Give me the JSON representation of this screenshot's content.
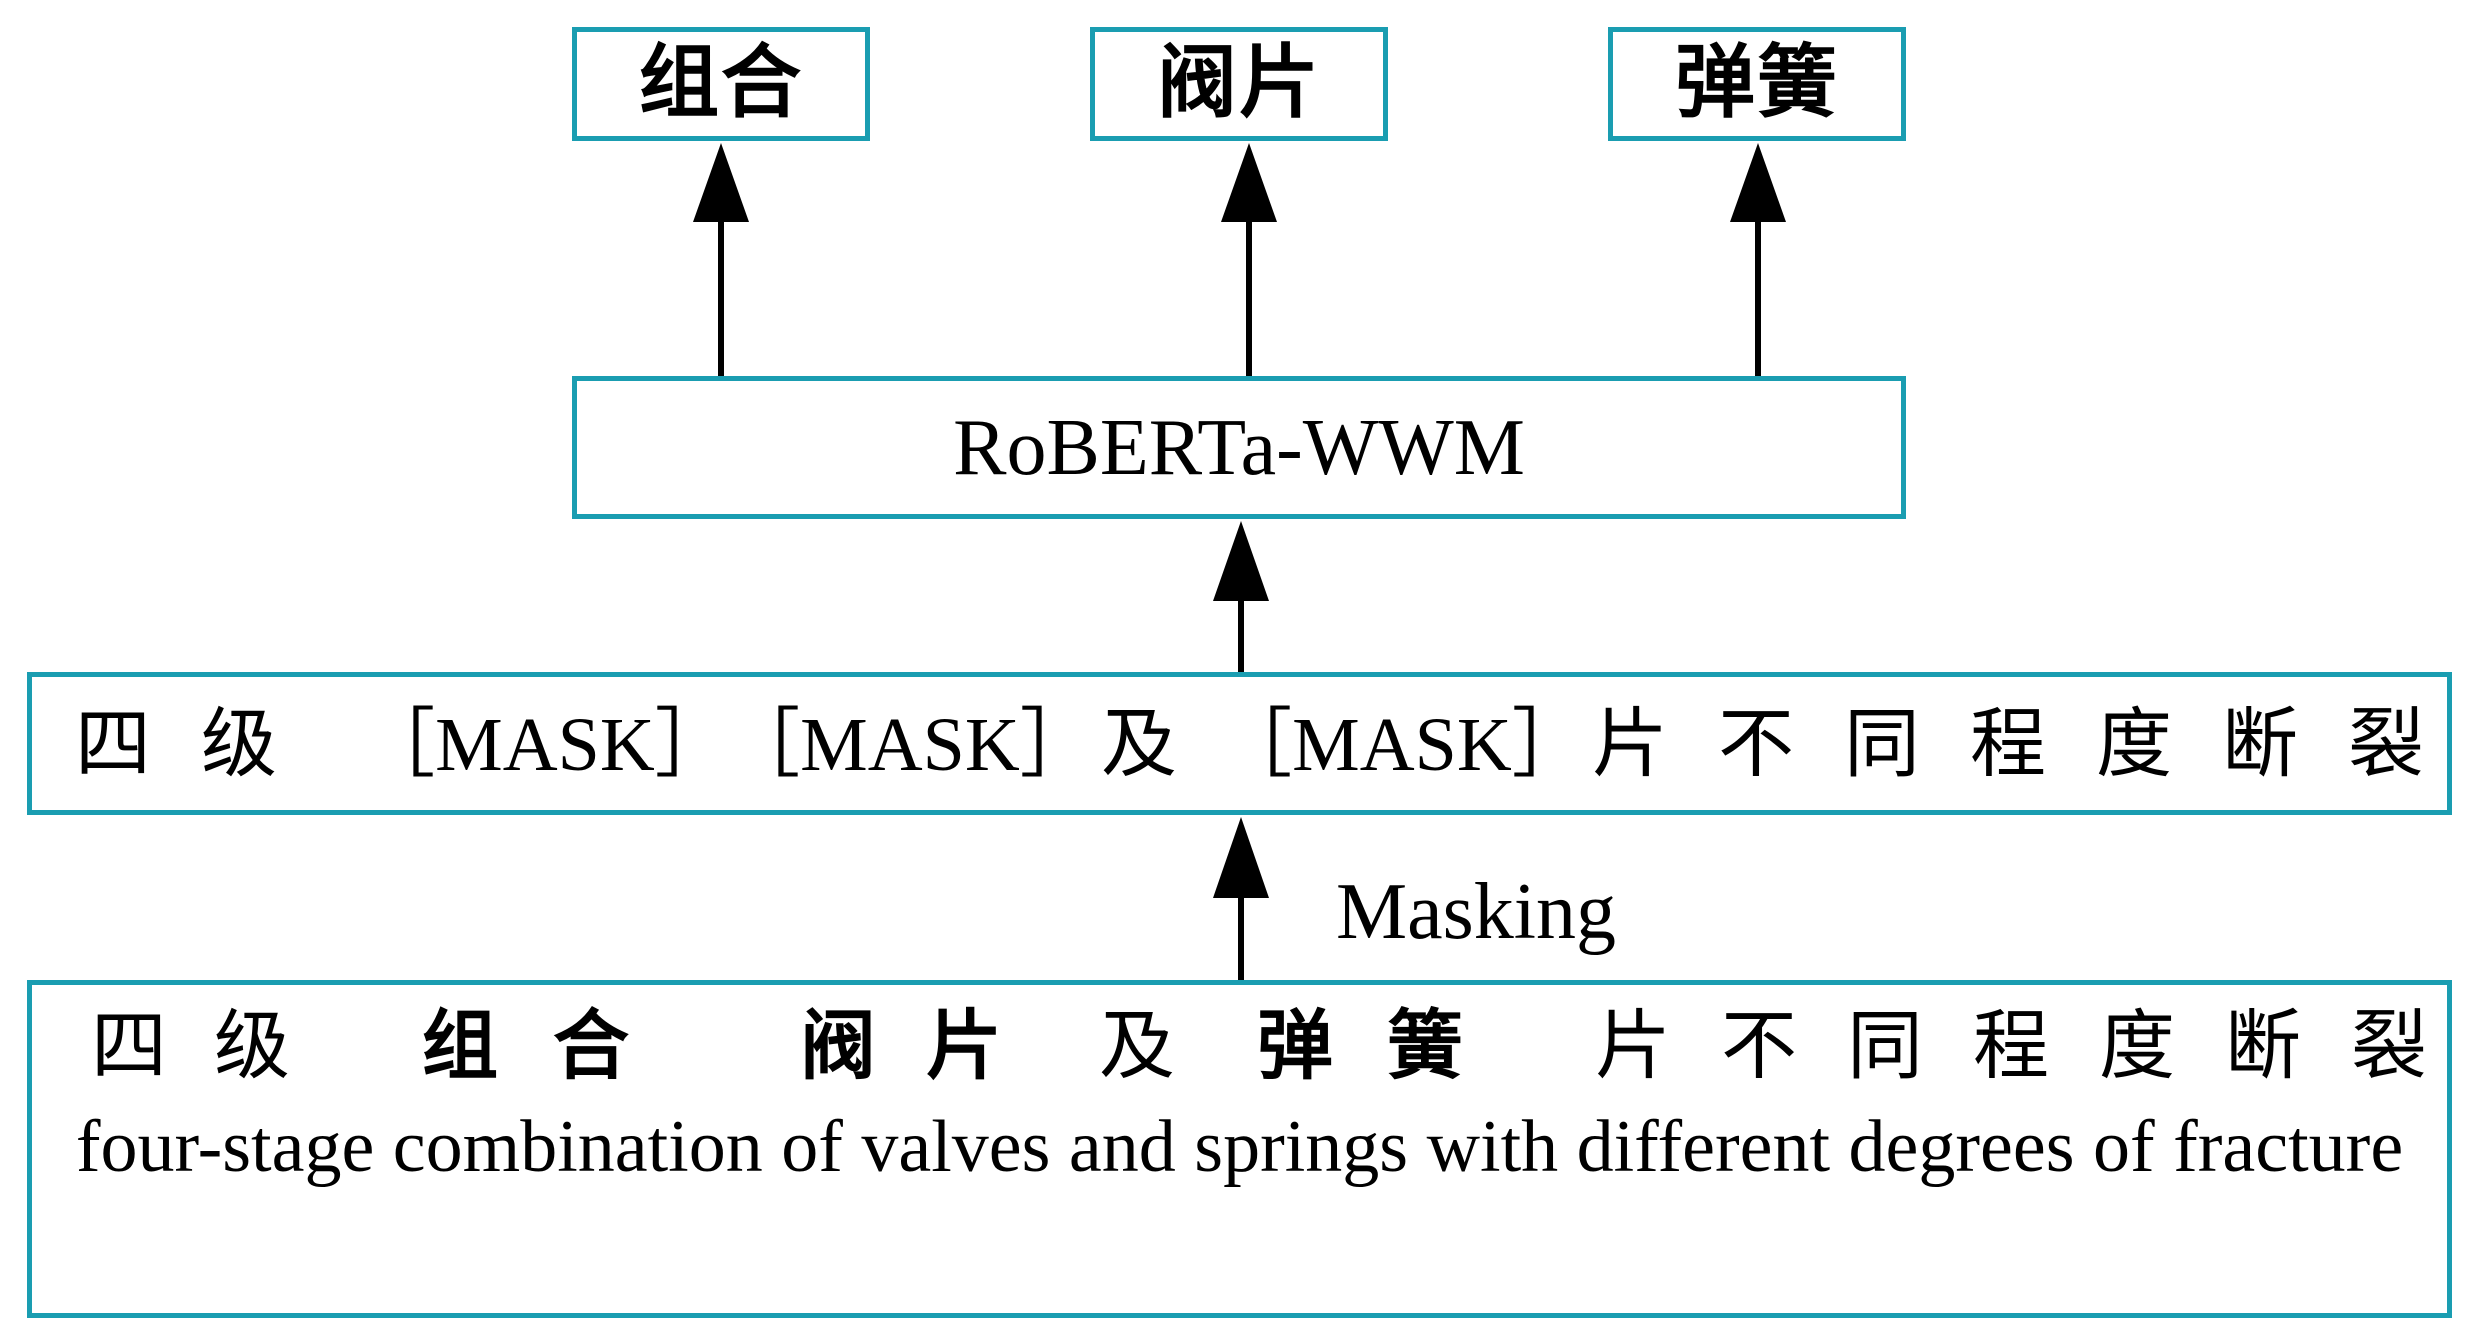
{
  "outputs": [
    {
      "label": "组合"
    },
    {
      "label": "阀片"
    },
    {
      "label": "弹簧"
    }
  ],
  "model": {
    "label": "RoBERTa-WWM"
  },
  "masked_input": {
    "tokens": [
      "四",
      "级",
      "［MASK］",
      "［MASK］",
      "及",
      "［MASK］",
      "片",
      "不",
      "同",
      "程",
      "度",
      "断",
      "裂"
    ]
  },
  "masking_label": "Masking",
  "input": {
    "tokens": [
      "四",
      "级",
      "组",
      "合",
      "阀",
      "片",
      "及",
      "弹",
      "簧",
      "片",
      "不",
      "同",
      "程",
      "度",
      "断",
      "裂"
    ],
    "translation": "four-stage combination of valves and springs with different degrees of fracture"
  },
  "colors": {
    "box_border": "#1a9db1",
    "arrow": "#000000"
  }
}
